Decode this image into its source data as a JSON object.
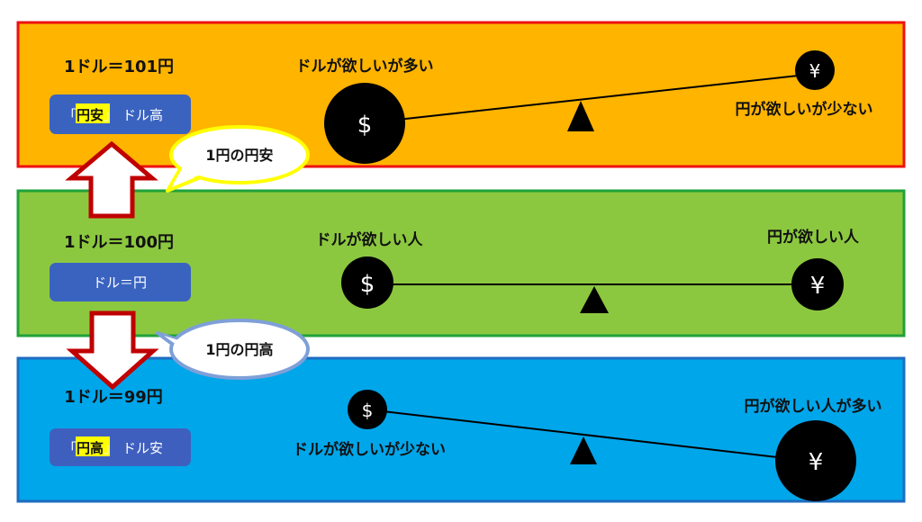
{
  "colors": {
    "orange": "#FFB400",
    "red": "#EE1111",
    "green": "#8CC83F",
    "green_border": "#1FA23A",
    "blue": "#00A6EA",
    "blue_border": "#1F6CC0",
    "button": "#3A63C0",
    "highlight": "#FFFF00"
  },
  "panels": [
    {
      "rate": "1ドル＝101円",
      "button_open": "「",
      "button_highlight": "円安",
      "button_close": "」",
      "button_rest": "ドル高",
      "dollar_label": "ドルが欲しいが多い",
      "yen_label": "円が欲しいが少ない",
      "dollar_symbol": "$",
      "yen_symbol": "¥"
    },
    {
      "rate": "1ドル＝100円",
      "button_text": "ドル＝円",
      "dollar_label": "ドルが欲しい人",
      "yen_label": "円が欲しい人",
      "dollar_symbol": "$",
      "yen_symbol": "¥"
    },
    {
      "rate": "1ドル＝99円",
      "button_open": "「",
      "button_highlight": "円高",
      "button_close": "」",
      "button_rest": "ドル安",
      "dollar_label": "ドルが欲しいが少ない",
      "yen_label": "円が欲しい人が多い",
      "dollar_symbol": "$",
      "yen_symbol": "¥"
    }
  ],
  "bubbles": {
    "up": "1円の円安",
    "down": "1円の円高"
  }
}
